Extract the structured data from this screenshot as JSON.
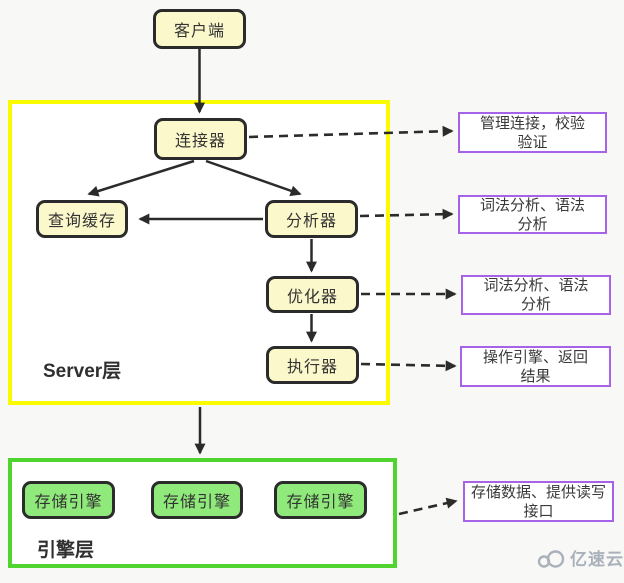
{
  "page": {
    "background": "#f8f8f6"
  },
  "diagram": {
    "client": {
      "label": "客户端"
    },
    "server_layer": {
      "label": "Server层",
      "nodes": {
        "connector": "连接器",
        "query_cache": "查询缓存",
        "analyzer": "分析器",
        "optimizer": "优化器",
        "executor": "执行器"
      }
    },
    "engine_layer": {
      "label": "引擎层",
      "nodes": [
        "存储引擎",
        "存储引擎",
        "存储引擎"
      ]
    },
    "annotations": [
      "管理连接，校验\n验证",
      "词法分析、语法\n分析",
      "词法分析、语法\n分析",
      "操作引擎、返回\n结果",
      "存储数据、提供读写\n接口"
    ],
    "colors": {
      "node_fill_yellow": "#fbf8cc",
      "node_fill_green": "#8fe97b",
      "node_border": "#2b2b2b",
      "server_frame_border": "#fbfb00",
      "engine_frame_border": "#50d42f",
      "annotation_border": "#a763e8",
      "arrow": "#2b2b2b",
      "text": "#333333"
    }
  },
  "watermark": {
    "icon": "cloud-icon",
    "text": "亿速云",
    "color": "#aab1bb"
  }
}
